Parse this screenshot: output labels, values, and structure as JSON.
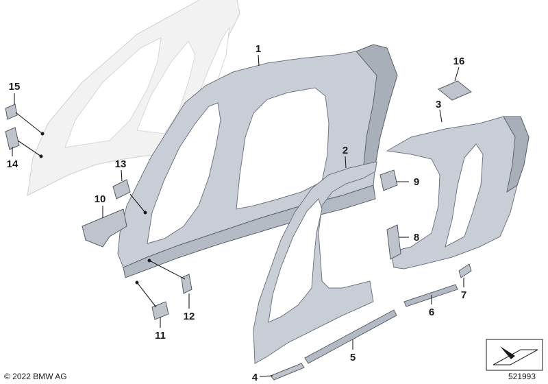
{
  "callouts": [
    {
      "id": "1",
      "label": "1"
    },
    {
      "id": "2",
      "label": "2"
    },
    {
      "id": "3",
      "label": "3"
    },
    {
      "id": "4",
      "label": "4"
    },
    {
      "id": "5",
      "label": "5"
    },
    {
      "id": "6",
      "label": "6"
    },
    {
      "id": "7",
      "label": "7"
    },
    {
      "id": "8",
      "label": "8"
    },
    {
      "id": "9",
      "label": "9"
    },
    {
      "id": "10",
      "label": "10"
    },
    {
      "id": "11",
      "label": "11"
    },
    {
      "id": "12",
      "label": "12"
    },
    {
      "id": "13",
      "label": "13"
    },
    {
      "id": "14",
      "label": "14"
    },
    {
      "id": "15",
      "label": "15"
    },
    {
      "id": "16",
      "label": "16"
    }
  ],
  "footer": {
    "copyright": "© 2022 BMW AG",
    "diagram_number": "521993"
  },
  "colors": {
    "part_fill": "#c9ced6",
    "part_outline": "#6e7480",
    "ghost_fill": "#f2f2f2",
    "text": "#1a1a1a"
  }
}
